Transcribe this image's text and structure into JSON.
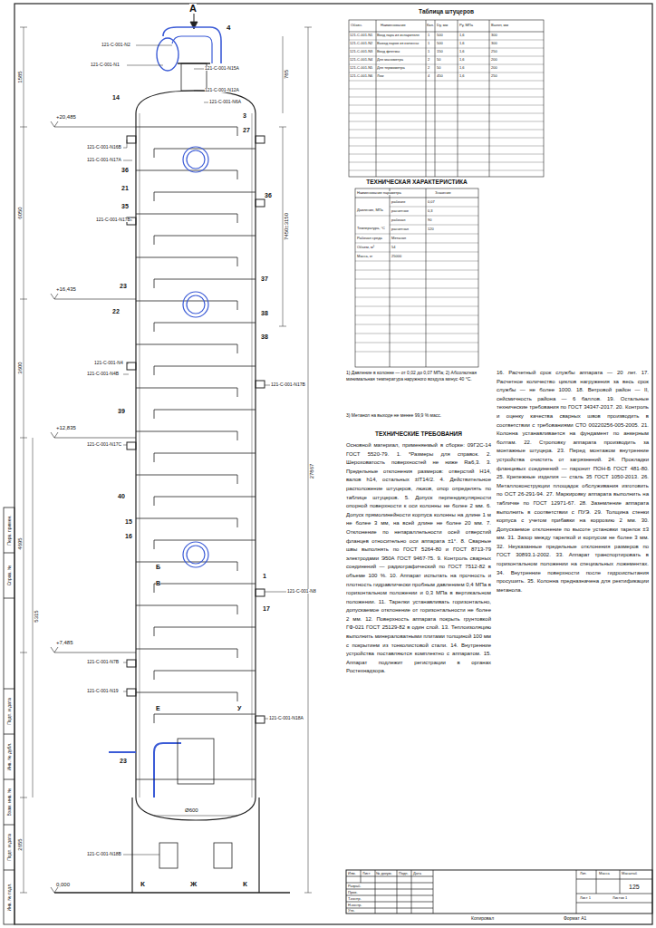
{
  "diagram": {
    "nodes": [
      {
        "text": [
          "Таблица штуцеров"
        ]
      },
      {
        "text": [
          "ТЕХНИЧЕСКАЯ ХАРАКТЕРИСТИКА"
        ]
      },
      {
        "text": [
          "ТЕХНИЧЕСКИЕ ТРЕБОВАНИЯ",
          "Основной материал, применяемый в сборке: 09Г2С-14 ГОСТ 5520-79. 1. *Размеры для справок. 2. Шероховатость поверхностей не ниже Ra6,3. 3. Предельные отклонения размеров: отверстий H14, валов h14, остальных ±IT14/2. 4. Действительное расположение штуцеров, люков, опор определять по таблице штуцеров. 5. Допуск перпендикулярности опорной поверхности к оси колонны не более 2 мм. 6. Допуск прямолинейности корпуса колонны на длине 1 м не более 3 мм, на всей длине не более 20 мм. 7. Отклонение по непараллельности осей отверстий фланцев относительно оси аппарата ±1°. 8. Сварные швы выполнять по ГОСТ 5264-80 и ГОСТ 8713-79 электродами Э50А ГОСТ 9467-75. 9. Контроль сварных соединений — радиографический по ГОСТ 7512-82 в объеме 100 %. 10. Аппарат испытать на прочность и плотность гидравлически пробным давлением 0,4 МПа в горизонтальном положении и 0,3 МПа в вертикальном положении. 11. Тарелки устанавливать горизонтально, допускаемое отклонение от горизонтальности не более 2 мм. 12. Поверхность аппарата покрыть грунтовкой ГФ-021 ГОСТ 25129-82 в один слой. 13. Теплоизоляцию выполнить минераловатными плитами толщиной 100 мм с покрытием из тонколистовой стали. 14. Внутренние устройства поставляются комплектно с аппаратом. 15. Аппарат подлежит регистрации в органах Ростехнадзора.",
          "16. Расчетный срок службы аппарата — 20 лет. 17. Расчетное количество циклов нагружения за весь срок службы — не более 1000. 18. Ветровой район — II, сейсмичность района — 6 баллов. 19. Остальные технические требования по ГОСТ 34347-2017. 20. Контроль и оценку качества сварных швов производить в соответствии с требованиями СТО 00220256-005-2005. 21. Колонна устанавливается на фундамент по анкерным болтам. 22. Строповку аппарата производить за монтажные штуцера. 23. Перед монтажом внутренние устройства очистить от загрязнений. 24. Прокладки фланцевых соединений — паронит ПОН-Б ГОСТ 481-80. 25. Крепежные изделия — сталь 35 ГОСТ 1050-2013. 26. Металлоконструкции площадок обслуживания изготовить по ОСТ 26-291-94. 27. Маркировку аппарата выполнить на табличке по ГОСТ 12971-67. 28. Заземление аппарата выполнить в соответствии с ПУЭ. 29. Толщина стенки корпуса с учетом прибавки на коррозию 2 мм. 30. Допускаемое отклонение по высоте установки тарелок ±3 мм. 31. Зазор между тарелкой и корпусом не более 3 мм. 32. Неуказанные предельные отклонения размеров по ГОСТ 30893.1-2002. 33. Аппарат транспортировать в горизонтальном положении на специальных ложементах. 34. Внутренние поверхности после гидроиспытания просушить. 35. Колонна предназначена для ректификации метанола."
        ]
      }
    ],
    "labels": [
      "А",
      "4",
      "121-С-001-N2",
      "121-С-001-N1",
      "121-С-001-N15А",
      "121-С-001-N12А",
      "121-С-001-N6А",
      "14",
      "3",
      "27",
      "+20,485",
      "121-С-001-N16В",
      "121-С-001-N17А",
      "36",
      "21",
      "35",
      "36",
      "121-С-001-N17В",
      "+16,435",
      "22",
      "23",
      "37",
      "38",
      "38",
      "121-С-001-N4",
      "121-С-001-N4В",
      "121-С-001-N17В",
      "+12,835",
      "39",
      "121-С-001-N17С",
      "40",
      "15",
      "16",
      "121-С-001-N8",
      "1",
      "17",
      "+7,485",
      "121-С-001-N7В",
      "121-С-001-N18А",
      "121-С-001-N19",
      "Б",
      "В",
      "Е",
      "У",
      "23",
      "Ø600",
      "121-С-001-N18В",
      "Ж",
      "К",
      "К",
      "0,000",
      "1585",
      "6050",
      "3600",
      "4695",
      "2655",
      "5315",
      "27867",
      "7450±3150",
      "785",
      "Изм.",
      "Лист",
      "№ докум.",
      "Подп.",
      "Дата",
      "Разраб.",
      "Пров.",
      "Т.контр.",
      "Н.контр.",
      "Утв.",
      "Лит.",
      "Масса",
      "Масштаб",
      "125",
      "Лист 1",
      "Листов 1",
      "Копировал",
      "Формат А1",
      "1) Давление в колонне — от 0,02 до 0,07 МПа; 2) Абсолютная минимальная температура наружного воздуха минус 40 °С.",
      "3) Метанол на выходе не менее 99,9 % масс.",
      "Обозн.",
      "Наименование",
      "Кол.",
      "Dу, мм",
      "Ру, МПа",
      "Вылет, мм",
      "121-С-001-N1",
      "Вход пара из испарителя",
      "1",
      "500",
      "1,6",
      "300",
      "121-С-001-N2",
      "Выход паров из колонны",
      "1",
      "500",
      "1,6",
      "300",
      "121-С-001-N3",
      "Вход флегмы",
      "1",
      "150",
      "1,6",
      "250",
      "121-С-001-N4",
      "Для манометра",
      "2",
      "50",
      "1,6",
      "200",
      "121-С-001-N5",
      "Для термометра",
      "2",
      "50",
      "1,6",
      "200",
      "121-С-001-N6",
      "Люк",
      "4",
      "450",
      "1,6",
      "250",
      "Наименование параметра",
      "Значение",
      "Давление, МПа",
      "рабочее",
      "0,07",
      "расчетное",
      "0,3",
      "Температура, °С",
      "рабочая",
      "90",
      "расчетная",
      "120",
      "Рабочая среда",
      "Метанол",
      "Объем, м³",
      "54",
      "Масса, кг",
      "25000",
      "Инв. № подл.",
      "Подп. и дата",
      "Взам. инв. №",
      "Инв. № дубл.",
      "Подп. и дата",
      "Справ. №",
      "Перв. примен."
    ]
  }
}
